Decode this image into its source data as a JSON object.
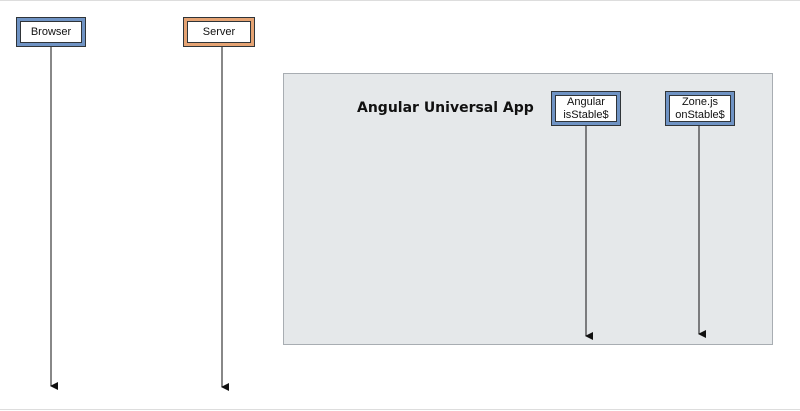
{
  "app": {
    "title": "Angular Universal App"
  },
  "lifelines": {
    "browser": {
      "label": "Browser"
    },
    "server": {
      "label": "Server"
    },
    "angular": {
      "line1": "Angular",
      "line2": "isStable$"
    },
    "zone": {
      "line1": "Zone.js",
      "line2": "onStable$"
    }
  },
  "colors": {
    "client_header": "#6f93c4",
    "server_header": "#e5a373",
    "app_region_fill": "#e5e8ea",
    "line": "#111111"
  }
}
